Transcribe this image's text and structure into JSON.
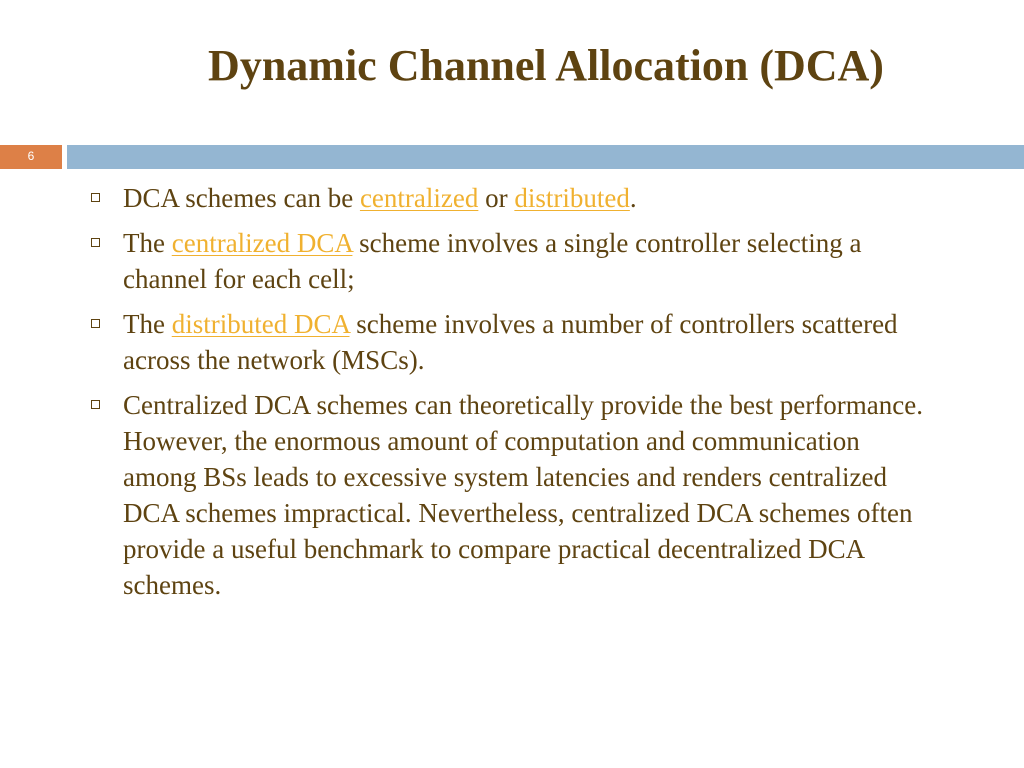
{
  "slide": {
    "title": "Dynamic Channel Allocation (DCA)",
    "number": "6"
  },
  "bullets": [
    {
      "t1": "DCA schemes can be ",
      "link1": "centralized",
      "t2": " or ",
      "link2": "distributed",
      "t3": "."
    },
    {
      "t1": "The ",
      "link1": "centralized DCA",
      "t2": " scheme involves a single controller selecting a channel for each cell;"
    },
    {
      "t1": "The ",
      "link1": "distributed DCA",
      "t2": " scheme involves a number of controllers scattered across the network (MSCs)."
    },
    {
      "t1": "Centralized DCA schemes can theoretically provide the best performance. However, the enormous amount of computation and communication among BSs leads to excessive system latencies and renders centralized DCA schemes impractical. Nevertheless, centralized DCA schemes often provide a useful benchmark to compare practical decentralized DCA schemes."
    }
  ],
  "colors": {
    "title_text": "#5e4311",
    "body_text": "#5e4311",
    "link_text": "#f0b130",
    "accent_orange": "#dd8047",
    "accent_blue": "#94b6d2",
    "background": "#ffffff"
  }
}
